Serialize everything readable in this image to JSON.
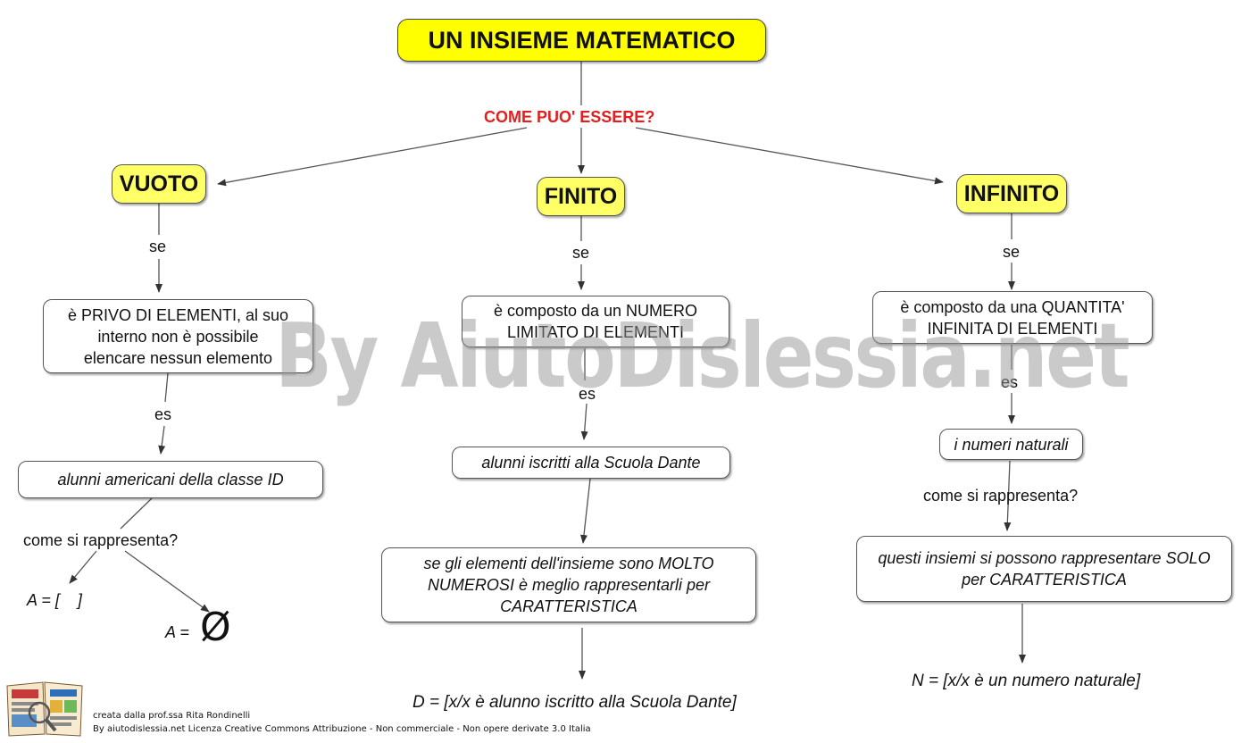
{
  "title": "UN INSIEME MATEMATICO",
  "question": "COME PUO' ESSERE?",
  "colors": {
    "title_bg": "#ffff00",
    "node_bg": "#ffff66",
    "question": "#e02020",
    "watermark": "#969696"
  },
  "columns": [
    {
      "name": "VUOTO",
      "link1": "se",
      "definition": "è PRIVO DI ELEMENTI, al suo interno non è possibile elencare nessun elemento",
      "link2": "es",
      "example": "alunni americani della classe ID",
      "represent_label": "come si rappresenta?",
      "notation_a": "A = [    ]",
      "notation_b": "A =",
      "empty_symbol": "Ø"
    },
    {
      "name": "FINITO",
      "link1": "se",
      "definition": "è composto da un NUMERO LIMITATO DI ELEMENTI",
      "link2": "es",
      "example": "alunni iscritti alla Scuola Dante",
      "representation": "se gli elementi dell'insieme sono MOLTO NUMEROSI è meglio rappresentarli per CARATTERISTICA",
      "notation": "D = [x/x è alunno iscritto alla Scuola Dante]"
    },
    {
      "name": "INFINITO",
      "link1": "se",
      "definition": "è composto da una QUANTITA' INFINITA DI ELEMENTI",
      "link2": "es",
      "example": "i numeri naturali",
      "represent_label": "come si rappresenta?",
      "representation": "questi insiemi si possono rappresentare SOLO per CARATTERISTICA",
      "notation": "N = [x/x è un numero naturale]"
    }
  ],
  "watermark": "By AiutoDislessia.net",
  "footer": {
    "line1": "creata dalla prof.ssa Rita Rondinelli",
    "line2": "By aiutodislessia.net Licenza Creative Commons Attribuzione - Non commerciale - Non opere derivate 3.0 Italia"
  }
}
